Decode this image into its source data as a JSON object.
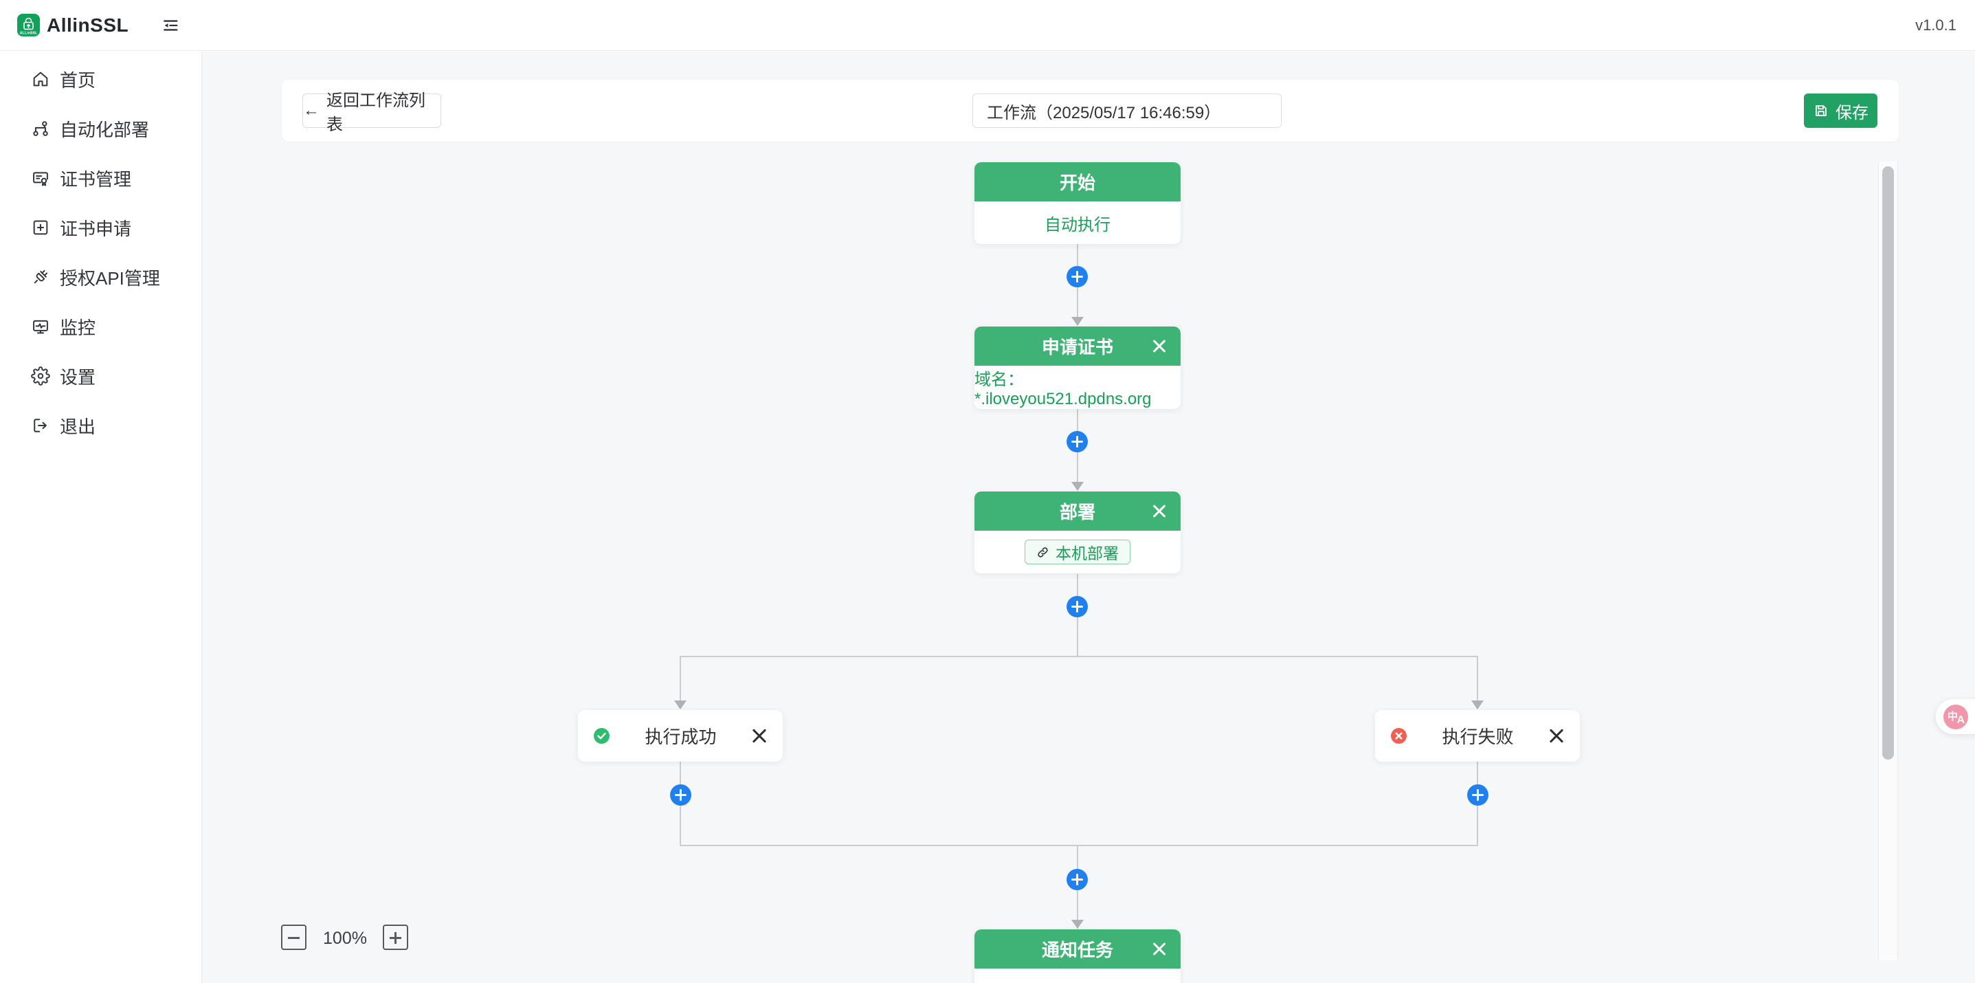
{
  "brand": {
    "name": "AllinSSL",
    "logo_text": "ALLinSSL",
    "version": "v1.0.1"
  },
  "icons": {
    "back_arrow": "←",
    "translate_cn": "中",
    "translate_en": "A"
  },
  "sidebar": {
    "items": [
      {
        "label": "首页"
      },
      {
        "label": "自动化部署"
      },
      {
        "label": "证书管理"
      },
      {
        "label": "证书申请"
      },
      {
        "label": "授权API管理"
      },
      {
        "label": "监控"
      },
      {
        "label": "设置"
      },
      {
        "label": "退出"
      }
    ]
  },
  "toolbar": {
    "back_label": "返回工作流列表",
    "workflow_name_value": "工作流（2025/05/17 16:46:59）",
    "save_label": "保存"
  },
  "workflow": {
    "start": {
      "title": "开始",
      "body": "自动执行"
    },
    "apply": {
      "title": "申请证书",
      "body": "域名：*.iloveyou521.dpdns.org"
    },
    "deploy": {
      "title": "部署",
      "tag_label": "本机部署"
    },
    "branch_success": {
      "label": "执行成功"
    },
    "branch_fail": {
      "label": "执行失败"
    },
    "notify": {
      "title": "通知任务"
    }
  },
  "zoom_controls": {
    "level": "100%"
  },
  "colors": {
    "node_header_green": "#3fb375",
    "accent_green": "#18a058",
    "save_green": "#21a163",
    "plus_blue": "#2080f0",
    "success_green": "#2dbd6e",
    "fail_red": "#f25f52",
    "translate_pink": "#f097ab",
    "canvas_bg": "#f6f7f9"
  }
}
